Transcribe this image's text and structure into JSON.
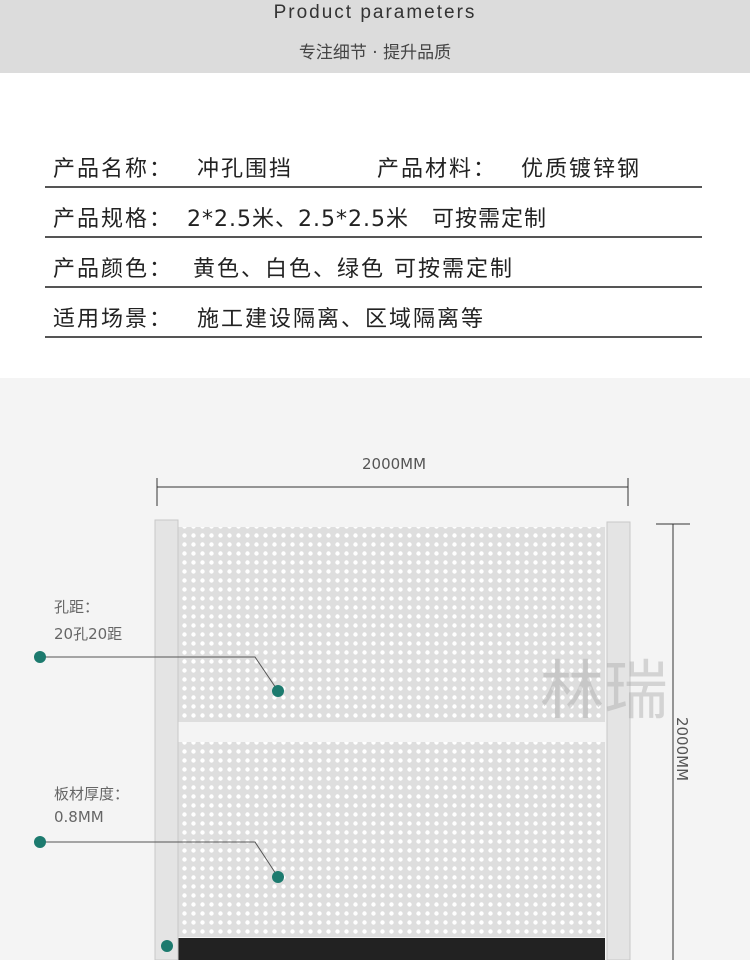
{
  "header": {
    "title_en": "Product parameters",
    "subtitle_cn": "专注细节 · 提升品质"
  },
  "specs": [
    {
      "label": "产品名称：",
      "value": "冲孔围挡",
      "label2": "产品材料：",
      "value2": "优质镀锌钢"
    },
    {
      "label": "产品规格：",
      "value": "2*2.5米、2.5*2.5米　可按需定制"
    },
    {
      "label": "产品颜色：",
      "value": "黄色、白色、绿色 可按需定制"
    },
    {
      "label": "适用场景：",
      "value": "施工建设隔离、区域隔离等"
    }
  ],
  "diagram": {
    "width_label": "2000MM",
    "height_label": "2000MM",
    "callouts": [
      {
        "title": "孔距：",
        "value": "20孔20距"
      },
      {
        "title": "板材厚度：",
        "value": "0.8MM"
      }
    ],
    "watermark": "林瑞",
    "accent_color": "#1c7a6e"
  }
}
